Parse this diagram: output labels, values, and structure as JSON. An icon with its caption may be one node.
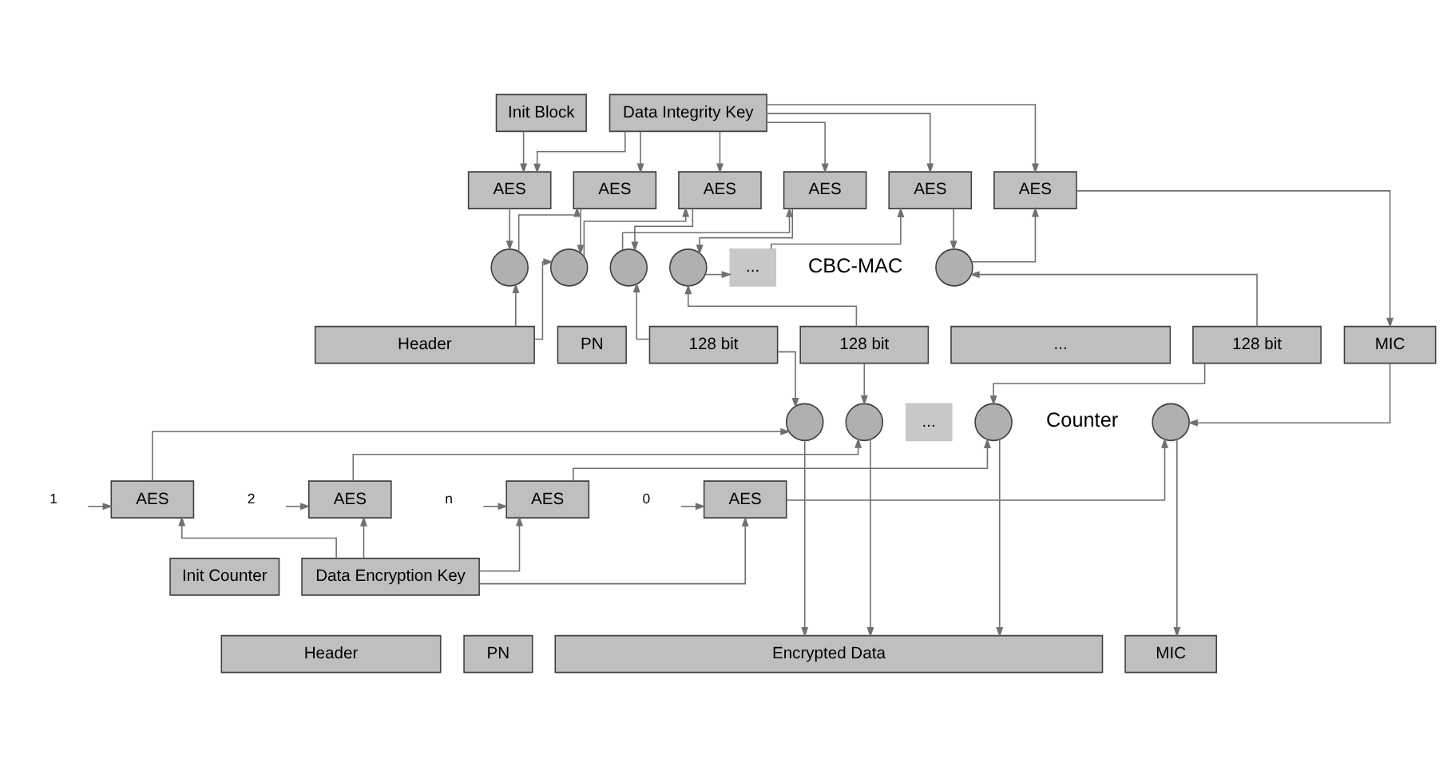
{
  "diagram": {
    "nodes": [
      {
        "text": [
          "Init Block"
        ]
      },
      {
        "text": [
          "Data Integrity Key"
        ]
      },
      {
        "text": [
          "AES"
        ]
      },
      {
        "text": [
          "AES"
        ]
      },
      {
        "text": [
          "AES"
        ]
      },
      {
        "text": [
          "AES"
        ]
      },
      {
        "text": [
          "AES"
        ]
      },
      {
        "text": [
          "AES"
        ]
      },
      {
        "text": [],
        "shape": "circle"
      },
      {
        "text": [],
        "shape": "circle"
      },
      {
        "text": [],
        "shape": "circle"
      },
      {
        "text": [],
        "shape": "circle"
      },
      {
        "text": [
          "..."
        ]
      },
      {
        "text": [],
        "shape": "circle"
      },
      {
        "text": [
          "Header"
        ]
      },
      {
        "text": [
          "PN"
        ]
      },
      {
        "text": [
          "128 bit"
        ]
      },
      {
        "text": [
          "128 bit"
        ]
      },
      {
        "text": [
          "..."
        ]
      },
      {
        "text": [
          "128 bit"
        ]
      },
      {
        "text": [
          "MIC"
        ]
      },
      {
        "text": [],
        "shape": "circle"
      },
      {
        "text": [],
        "shape": "circle"
      },
      {
        "text": [
          "..."
        ]
      },
      {
        "text": [],
        "shape": "circle"
      },
      {
        "text": [],
        "shape": "circle"
      },
      {
        "text": [
          "1"
        ]
      },
      {
        "text": [
          "AES"
        ]
      },
      {
        "text": [
          "2"
        ]
      },
      {
        "text": [
          "AES"
        ]
      },
      {
        "text": [
          "n"
        ]
      },
      {
        "text": [
          "AES"
        ]
      },
      {
        "text": [
          "0"
        ]
      },
      {
        "text": [
          "AES"
        ]
      },
      {
        "text": [
          "Init Counter"
        ]
      },
      {
        "text": [
          "Data Encryption Key"
        ]
      },
      {
        "text": [
          "Header"
        ]
      },
      {
        "text": [
          "PN"
        ]
      },
      {
        "text": [
          "Encrypted Data"
        ]
      },
      {
        "text": [
          "MIC"
        ]
      }
    ],
    "edges": [
      {
        "from": 0,
        "to": 2,
        "arrow": "to"
      },
      {
        "from": 1,
        "to": 2,
        "arrow": "to"
      },
      {
        "from": 1,
        "to": 3,
        "arrow": "to"
      },
      {
        "from": 1,
        "to": 4,
        "arrow": "to"
      },
      {
        "from": 1,
        "to": 5,
        "arrow": "to"
      },
      {
        "from": 1,
        "to": 6,
        "arrow": "to"
      },
      {
        "from": 1,
        "to": 7,
        "arrow": "to"
      },
      {
        "from": 2,
        "to": 8,
        "arrow": "to"
      },
      {
        "from": 3,
        "to": 9,
        "arrow": "to"
      },
      {
        "from": 4,
        "to": 10,
        "arrow": "to"
      },
      {
        "from": 5,
        "to": 11,
        "arrow": "to"
      },
      {
        "from": 14,
        "to": 8,
        "arrow": "to"
      },
      {
        "from": 14,
        "to": 9,
        "arrow": "to"
      },
      {
        "from": 16,
        "to": 10,
        "arrow": "to"
      },
      {
        "from": 17,
        "to": 11,
        "arrow": "to"
      },
      {
        "from": 8,
        "to": 3,
        "arrow": "to"
      },
      {
        "from": 9,
        "to": 4,
        "arrow": "to"
      },
      {
        "from": 10,
        "to": 5,
        "arrow": "to"
      },
      {
        "from": 11,
        "to": 12,
        "arrow": "to"
      },
      {
        "from": 12,
        "to": 6,
        "arrow": "to"
      },
      {
        "from": 6,
        "to": 13,
        "arrow": "to"
      },
      {
        "from": 19,
        "to": 13,
        "arrow": "to"
      },
      {
        "from": 13,
        "to": 7,
        "arrow": "to"
      },
      {
        "from": 7,
        "to": 20,
        "arrow": "to"
      },
      {
        "from": 16,
        "to": 21,
        "arrow": "to"
      },
      {
        "from": 17,
        "to": 22,
        "arrow": "to"
      },
      {
        "from": 19,
        "to": 24,
        "arrow": "to"
      },
      {
        "from": 20,
        "to": 25,
        "arrow": "to"
      },
      {
        "from": 27,
        "to": 21,
        "arrow": "to"
      },
      {
        "from": 29,
        "to": 22,
        "arrow": "to"
      },
      {
        "from": 31,
        "to": 24,
        "arrow": "to"
      },
      {
        "from": 33,
        "to": 25,
        "arrow": "to"
      },
      {
        "from": 26,
        "to": 27,
        "arrow": "to"
      },
      {
        "from": 28,
        "to": 29,
        "arrow": "to"
      },
      {
        "from": 30,
        "to": 31,
        "arrow": "to"
      },
      {
        "from": 32,
        "to": 33,
        "arrow": "to"
      },
      {
        "from": 35,
        "to": 27,
        "arrow": "to"
      },
      {
        "from": 35,
        "to": 29,
        "arrow": "to"
      },
      {
        "from": 35,
        "to": 31,
        "arrow": "to"
      },
      {
        "from": 35,
        "to": 33,
        "arrow": "to"
      },
      {
        "from": 21,
        "to": 38,
        "arrow": "to"
      },
      {
        "from": 22,
        "to": 38,
        "arrow": "to"
      },
      {
        "from": 24,
        "to": 38,
        "arrow": "to"
      },
      {
        "from": 25,
        "to": 39,
        "arrow": "to"
      }
    ],
    "labels": [
      "CBC-MAC",
      "Counter"
    ]
  }
}
